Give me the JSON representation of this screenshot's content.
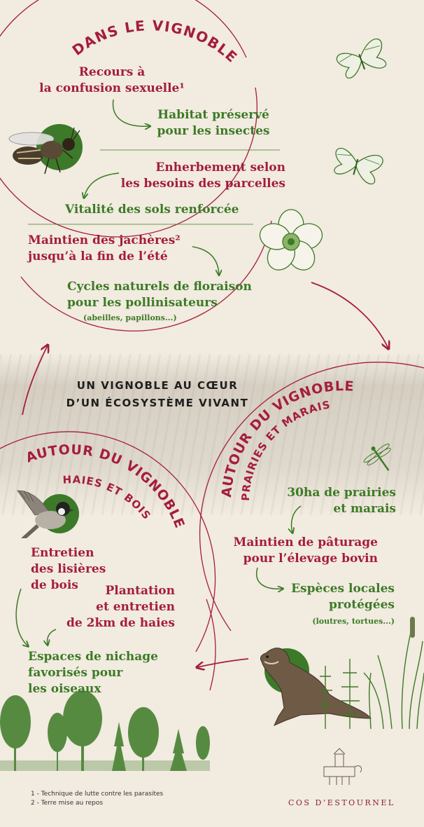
{
  "title": "UN VIGNOBLE AU CŒUR D’UN ÉCOSYSTÈME VIVANT",
  "title_lines": [
    "UN VIGNOBLE AU CŒUR",
    "D’UN ÉCOSYSTÈME VIVANT"
  ],
  "colors": {
    "accent_red": "#a51d3a",
    "accent_green": "#3d7a26",
    "background": "#f1ebe0"
  },
  "circle_top": {
    "heading": "DANS LE VIGNOBLE",
    "items": [
      {
        "action": [
          "Recours à",
          "la confusion sexuelle¹"
        ],
        "result": [
          "Habitat préservé",
          "pour les insectes"
        ]
      },
      {
        "action": [
          "Enherbement selon",
          "les besoins des parcelles"
        ],
        "result": [
          "Vitalité des sols renforcée"
        ]
      },
      {
        "action": [
          "Maintien des jachères²",
          "jusqu’à la fin de l’été"
        ],
        "result": [
          "Cycles naturels de floraison",
          "pour les pollinisateurs"
        ],
        "note": "(abeilles, papillons...)"
      }
    ]
  },
  "circle_right": {
    "heading": "AUTOUR DU VIGNOBLE",
    "subheading": "PRAIRIES ET MARAIS",
    "items": [
      {
        "text": [
          "30ha de prairies",
          "et marais"
        ]
      },
      {
        "text": [
          "Maintien de pâturage",
          "pour l’élevage bovin"
        ]
      },
      {
        "text": [
          "Espèces locales",
          "protégées"
        ],
        "note": "(loutres, tortues...)"
      }
    ]
  },
  "circle_left": {
    "heading": "AUTOUR DU VIGNOBLE",
    "subheading": "HAIES ET BOIS",
    "items": [
      {
        "text": [
          "Entretien",
          "des lisières",
          "de bois"
        ]
      },
      {
        "text": [
          "Plantation",
          "et entretien",
          "de 2km de haies"
        ]
      },
      {
        "text": [
          "Espaces de nichage",
          "favorisés pour",
          "les oiseaux"
        ]
      }
    ]
  },
  "footnotes": [
    "1 - Technique de lutte contre les parasites",
    "2 - Terre mise au repos"
  ],
  "brand": "COS D’ESTOURNEL",
  "icons": [
    "bee-icon",
    "butterfly-icon",
    "flower-icon",
    "dragonfly-icon",
    "bird-icon",
    "otter-icon",
    "tree-icon",
    "reeds-icon",
    "chateau-logo-icon"
  ]
}
